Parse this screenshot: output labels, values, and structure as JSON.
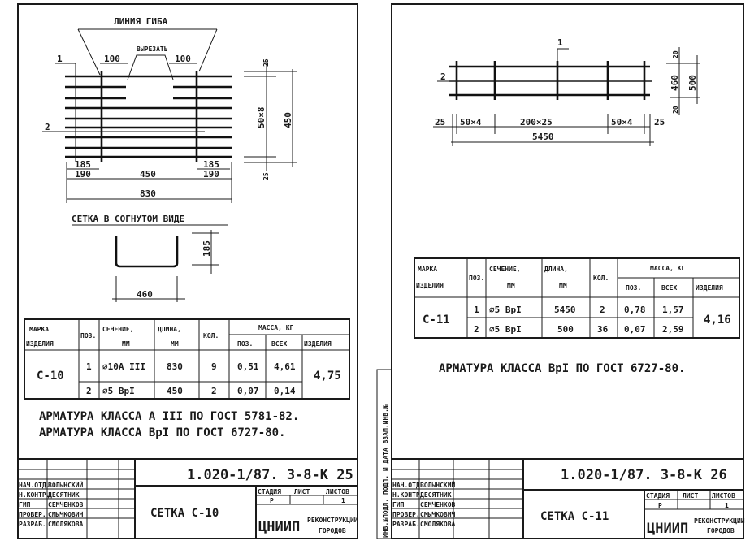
{
  "sheet_left": {
    "drawing": {
      "bend_line_label": "ЛИНИЯ ГИБА",
      "cut_label": "ВЫРЕЗАТЬ",
      "pos1": "1",
      "pos2": "2",
      "dim_100a": "100",
      "dim_100b": "100",
      "dim_185a": "185",
      "dim_185b": "185",
      "dim_190a": "190",
      "dim_190b": "190",
      "dim_450": "450",
      "dim_830": "830",
      "dim_25a": "25",
      "dim_25b": "25",
      "dim_50x8": "50×8",
      "dim_450v": "450",
      "bent_title": "СЕТКА  В СОГНУТОМ ВИДЕ",
      "bent_185": "185",
      "bent_460": "460"
    },
    "table": {
      "h_mark1": "МАРКА",
      "h_mark2": "ИЗДЕЛИЯ",
      "h_pos": "ПОЗ.",
      "h_sec1": "СЕЧЕНИЕ,",
      "h_sec2": "ММ",
      "h_len1": "ДЛИНА,",
      "h_len2": "ММ",
      "h_qty": "КОЛ.",
      "h_mass": "МАССА, КГ",
      "h_mpos": "ПОЗ.",
      "h_mall": "ВСЕХ",
      "h_mitem": "ИЗДЕЛИЯ",
      "mark": "С-10",
      "total": "4,75",
      "rows": [
        {
          "pos": "1",
          "section": "⌀10А III",
          "length": "830",
          "qty": "9",
          "mass_pos": "0,51",
          "mass_all": "4,61"
        },
        {
          "pos": "2",
          "section": "⌀5 ВрI",
          "length": "450",
          "qty": "2",
          "mass_pos": "0,07",
          "mass_all": "0,14"
        }
      ]
    },
    "notes": [
      "АРМАТУРА  КЛАССА  А III  ПО  ГОСТ 5781-82.",
      "АРМАТУРА  КЛАССА  ВрI  ПО  ГОСТ 6727-80."
    ],
    "title_block": {
      "code": "1.020-1/87.   3-8-К 25",
      "name": "СЕТКА  С-10",
      "stage_h": "СТАДИЯ",
      "sheet_h": "ЛИСТ",
      "sheets_h": "ЛИСТОВ",
      "stage": "Р",
      "sheet": "",
      "sheets": "1",
      "org": "ЦНИИП",
      "org_sub1": "РЕКОНСТРУКЦИИ",
      "org_sub2": "ГОРОДОВ",
      "signers": [
        {
          "role": "НАЧ.ОТД.",
          "name": "ВОЛЫНСКИЙ"
        },
        {
          "role": "Н.КОНТР.",
          "name": "ДЕСЯТНИК"
        },
        {
          "role": "ГИП",
          "name": "СЕМЧЕНКОВ"
        },
        {
          "role": "ПРОВЕР.",
          "name": "СМЫЧКОВИЧ"
        },
        {
          "role": "РАЗРАБ.",
          "name": "СМОЛЯКОВА"
        }
      ]
    }
  },
  "sheet_right": {
    "drawing": {
      "pos1": "1",
      "pos2": "2",
      "dim_25a": "25",
      "dim_50x4a": "50×4",
      "dim_200x25": "200×25",
      "dim_50x4b": "50×4",
      "dim_25b": "25",
      "dim_5450": "5450",
      "dim_20a": "20",
      "dim_460": "460",
      "dim_20b": "20",
      "dim_500": "500"
    },
    "table": {
      "h_mark1": "МАРКА",
      "h_mark2": "ИЗДЕЛИЯ",
      "h_pos": "ПОЗ.",
      "h_sec1": "СЕЧЕНИЕ,",
      "h_sec2": "ММ",
      "h_len1": "ДЛИНА,",
      "h_len2": "ММ",
      "h_qty": "КОЛ.",
      "h_mass": "МАССА,  КГ",
      "h_mpos": "ПОЗ.",
      "h_mall": "ВСЕХ",
      "h_mitem": "ИЗДЕЛИЯ",
      "mark": "С-11",
      "total": "4,16",
      "rows": [
        {
          "pos": "1",
          "section": "⌀5 ВрI",
          "length": "5450",
          "qty": "2",
          "mass_pos": "0,78",
          "mass_all": "1,57"
        },
        {
          "pos": "2",
          "section": "⌀5 ВрI",
          "length": "500",
          "qty": "36",
          "mass_pos": "0,07",
          "mass_all": "2,59"
        }
      ]
    },
    "notes": [
      "АРМАТУРА КЛАССА  ВрI  ПО  ГОСТ 6727-80."
    ],
    "side_strip": "ИНВ.№ПОДЛ.  ПОДП. И ДАТА  ВЗАМ.ИНВ.№",
    "title_block": {
      "code": "1.020-1/87.   3-8-К 26",
      "name": "СЕТКА  С-11",
      "stage_h": "СТАДИЯ",
      "sheet_h": "ЛИСТ",
      "sheets_h": "ЛИСТОВ",
      "stage": "Р",
      "sheet": "",
      "sheets": "1",
      "org": "ЦНИИП",
      "org_sub1": "РЕКОНСТРУКЦИИ",
      "org_sub2": "ГОРОДОВ",
      "signers": [
        {
          "role": "НАЧ.ОТД.",
          "name": "ВОЛЫНСКИЙ"
        },
        {
          "role": "Н.КОНТР.",
          "name": "ДЕСЯТНИК"
        },
        {
          "role": "ГИП",
          "name": "СЕМЧЕНКОВ"
        },
        {
          "role": "ПРОВЕР.",
          "name": "СМЫЧКОВИЧ"
        },
        {
          "role": "РАЗРАБ.",
          "name": "СМОЛЯКОВА"
        }
      ]
    }
  }
}
